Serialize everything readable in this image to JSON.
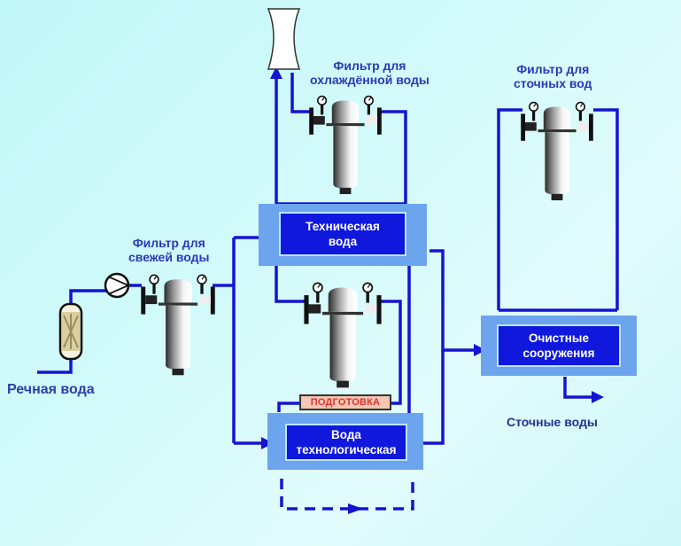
{
  "diagram": {
    "title": "",
    "labels": {
      "cooled_water_filter": [
        "Фильтр для",
        "охлаждённой воды"
      ],
      "wastewater_filter": [
        "Фильтр для",
        "сточных вод"
      ],
      "fresh_water_filter": [
        "Фильтр для",
        "свежей воды"
      ],
      "river_water": "Речная вода",
      "wastewater_out": "Сточные воды",
      "preparation": "ПОДГОТОВКА"
    },
    "blocks": {
      "technical_water": [
        "Техническая",
        "вода"
      ],
      "process_water": [
        "Вода",
        "технологическая"
      ],
      "treatment_facilities": [
        "Очистные",
        "сооружения"
      ]
    },
    "nodes": [
      {
        "id": "cooling-tower",
        "type": "cooling tower"
      },
      {
        "id": "pre-filter",
        "type": "cartridge pre-filter"
      },
      {
        "id": "pump",
        "type": "pump"
      },
      {
        "id": "fresh-water-filter",
        "type": "filter housing"
      },
      {
        "id": "cooled-water-filter",
        "type": "filter housing"
      },
      {
        "id": "process-water-filter",
        "type": "filter housing"
      },
      {
        "id": "wastewater-filter",
        "type": "filter housing"
      }
    ],
    "edges": [
      {
        "from": "river-water",
        "to": "pre-filter"
      },
      {
        "from": "pre-filter",
        "to": "pump"
      },
      {
        "from": "pump",
        "to": "fresh-water-filter"
      },
      {
        "from": "fresh-water-filter",
        "to": "technical-water"
      },
      {
        "from": "fresh-water-filter",
        "to": "process-water"
      },
      {
        "from": "technical-water",
        "to": "cooling-tower"
      },
      {
        "from": "cooling-tower",
        "to": "cooled-water-filter"
      },
      {
        "from": "cooled-water-filter",
        "to": "technical-water"
      },
      {
        "from": "technical-water",
        "to": "process-water-filter"
      },
      {
        "from": "process-water-filter",
        "to": "preparation"
      },
      {
        "from": "process-water",
        "to": "technical-water"
      },
      {
        "from": "technical-water",
        "to": "treatment-facilities"
      },
      {
        "from": "process-water",
        "to": "treatment-facilities"
      },
      {
        "from": "treatment-facilities",
        "to": "wastewater-filter"
      },
      {
        "from": "wastewater-filter",
        "to": "treatment-facilities"
      },
      {
        "from": "treatment-facilities",
        "to": "wastewater-out"
      },
      {
        "from": "process-water",
        "to": "process-water",
        "style": "dashed"
      }
    ],
    "colors": {
      "pipe": "#1414d2",
      "block": "#0f18dc",
      "block_frame": "#6ca4ee",
      "label": "#2a39b8",
      "preparation_text": "#e0332e",
      "preparation_bg": "#f3c7b3"
    }
  }
}
